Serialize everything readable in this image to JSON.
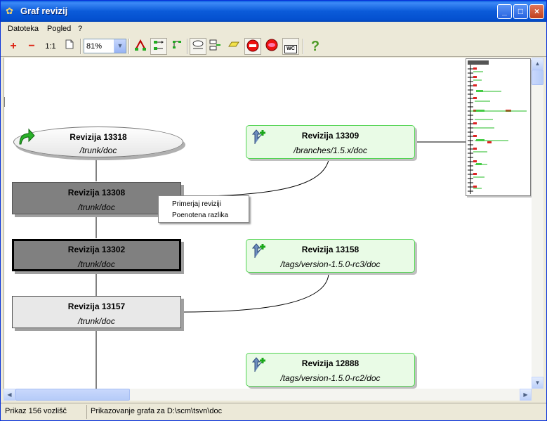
{
  "window": {
    "title": "Graf revizij"
  },
  "menu": [
    "Datoteka",
    "Pogled",
    "?"
  ],
  "toolbar": {
    "zoom_value": "81%",
    "tools": [
      "zoom-in-icon",
      "zoom-out-icon",
      "zoom-1-1-icon",
      "page-icon",
      "tree-icon",
      "branch-layout-icon",
      "compact-icon",
      "group-icon",
      "split-icon",
      "tag-icon",
      "filter-icon",
      "filter2-icon",
      "wc-icon",
      "help-icon"
    ],
    "one_to_one": "1:1",
    "wc_label": "WC",
    "help_label": "?"
  },
  "graph": {
    "nodes": [
      {
        "rev": "Revizija 13318",
        "path": "/trunk/doc",
        "kind": "head"
      },
      {
        "rev": "Revizija 13308",
        "path": "/trunk/doc",
        "kind": "modified"
      },
      {
        "rev": "Revizija 13302",
        "path": "/trunk/doc",
        "kind": "selected"
      },
      {
        "rev": "Revizija 13157",
        "path": "/trunk/doc",
        "kind": "plain"
      },
      {
        "rev": "Revizija 13309",
        "path": "/branches/1.5.x/doc",
        "kind": "added"
      },
      {
        "rev": "Revizija 13158",
        "path": "/tags/version-1.5.0-rc3/doc",
        "kind": "added"
      },
      {
        "rev": "Revizija 12888",
        "path": "/tags/version-1.5.0-rc2/doc",
        "kind": "added"
      }
    ]
  },
  "context_menu": {
    "items": [
      "Primerjaj reviziji",
      "Poenotena razlika"
    ]
  },
  "statusbar": {
    "nodes": "Prikaz 156 vozlišč",
    "info": "Prikazovanje grafa za D:\\scm\\tsvn\\doc"
  }
}
